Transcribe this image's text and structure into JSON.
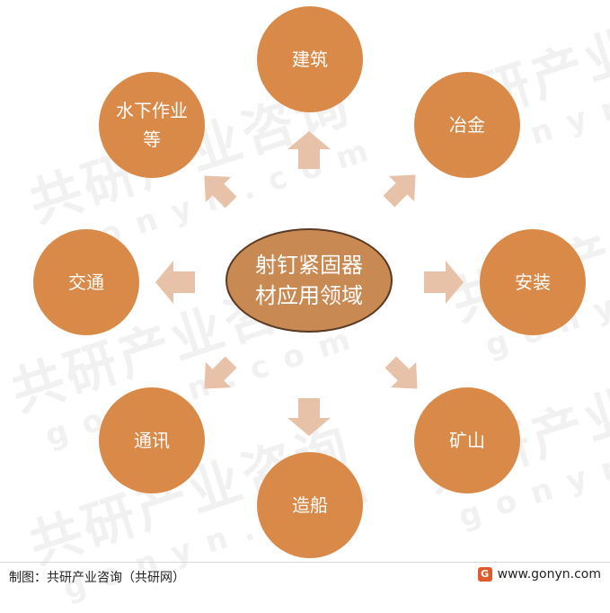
{
  "diagram": {
    "center_label": "射钉紧固器材应用领域",
    "nodes": [
      {
        "id": "construction",
        "label": "建筑"
      },
      {
        "id": "metallurgy",
        "label": "冶金"
      },
      {
        "id": "installation",
        "label": "安装"
      },
      {
        "id": "mining",
        "label": "矿山"
      },
      {
        "id": "shipbuilding",
        "label": "造船"
      },
      {
        "id": "communication",
        "label": "通讯"
      },
      {
        "id": "transportation",
        "label": "交通"
      },
      {
        "id": "underwater",
        "label": "水下作业等"
      }
    ],
    "colors": {
      "node_fill": "#d98a48",
      "center_fill": "#c98953",
      "center_border": "#5a3a22",
      "arrow_fill": "#e8c2a8"
    }
  },
  "watermark": {
    "brand": "共研产业咨询",
    "site": "gonyn.com"
  },
  "footer": {
    "source": "制图：共研产业咨询（共研网）",
    "website": "www.gonyn.com",
    "logo_glyph": "G"
  }
}
